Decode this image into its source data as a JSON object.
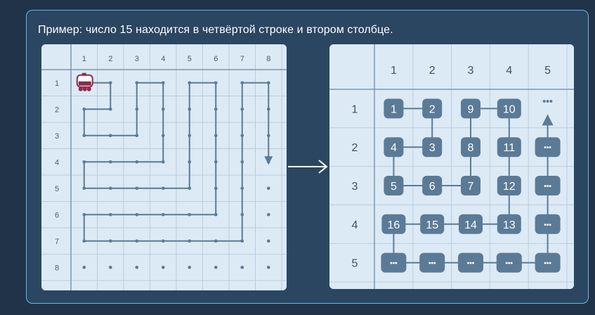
{
  "caption": "Пример: число 15 находится в четвёртой строке и втором столбце.",
  "left_grid": {
    "col_labels": [
      "1",
      "2",
      "3",
      "4",
      "5",
      "6",
      "7",
      "8"
    ],
    "row_labels": [
      "1",
      "2",
      "3",
      "4",
      "5",
      "6",
      "7",
      "8"
    ],
    "robot_cell": [
      1,
      1
    ],
    "path_cells": [
      [
        1,
        1
      ],
      [
        1,
        2
      ],
      [
        2,
        2
      ],
      [
        2,
        1
      ],
      [
        3,
        1
      ],
      [
        3,
        2
      ],
      [
        3,
        3
      ],
      [
        2,
        3
      ],
      [
        1,
        3
      ],
      [
        1,
        4
      ],
      [
        2,
        4
      ],
      [
        3,
        4
      ],
      [
        4,
        4
      ],
      [
        4,
        3
      ],
      [
        4,
        2
      ],
      [
        4,
        1
      ],
      [
        5,
        1
      ],
      [
        5,
        2
      ],
      [
        5,
        3
      ],
      [
        5,
        4
      ],
      [
        5,
        5
      ],
      [
        4,
        5
      ],
      [
        3,
        5
      ],
      [
        2,
        5
      ],
      [
        1,
        5
      ],
      [
        1,
        6
      ],
      [
        2,
        6
      ],
      [
        3,
        6
      ],
      [
        4,
        6
      ],
      [
        5,
        6
      ],
      [
        6,
        6
      ],
      [
        6,
        5
      ],
      [
        6,
        4
      ],
      [
        6,
        3
      ],
      [
        6,
        2
      ],
      [
        6,
        1
      ],
      [
        7,
        1
      ],
      [
        7,
        2
      ],
      [
        7,
        3
      ],
      [
        7,
        4
      ],
      [
        7,
        5
      ],
      [
        7,
        6
      ],
      [
        7,
        7
      ],
      [
        6,
        7
      ],
      [
        5,
        7
      ],
      [
        4,
        7
      ],
      [
        3,
        7
      ],
      [
        2,
        7
      ],
      [
        1,
        7
      ],
      [
        1,
        8
      ],
      [
        2,
        8
      ],
      [
        3,
        8
      ]
    ],
    "arrow_end": [
      4,
      8
    ],
    "accent_color": "#5b7a96",
    "robot_color": "#8e2a4a"
  },
  "right_grid": {
    "col_labels": [
      "1",
      "2",
      "3",
      "4",
      "5"
    ],
    "row_labels": [
      "1",
      "2",
      "3",
      "4",
      "5"
    ],
    "cells": [
      [
        "1",
        "2",
        "9",
        "10",
        "…"
      ],
      [
        "4",
        "3",
        "8",
        "11",
        "…"
      ],
      [
        "5",
        "6",
        "7",
        "12",
        "…"
      ],
      [
        "16",
        "15",
        "14",
        "13",
        "…"
      ],
      [
        "…",
        "…",
        "…",
        "…",
        "…"
      ]
    ],
    "tile_color": "#5b7a96"
  },
  "ellipsis_glyph": "•••"
}
